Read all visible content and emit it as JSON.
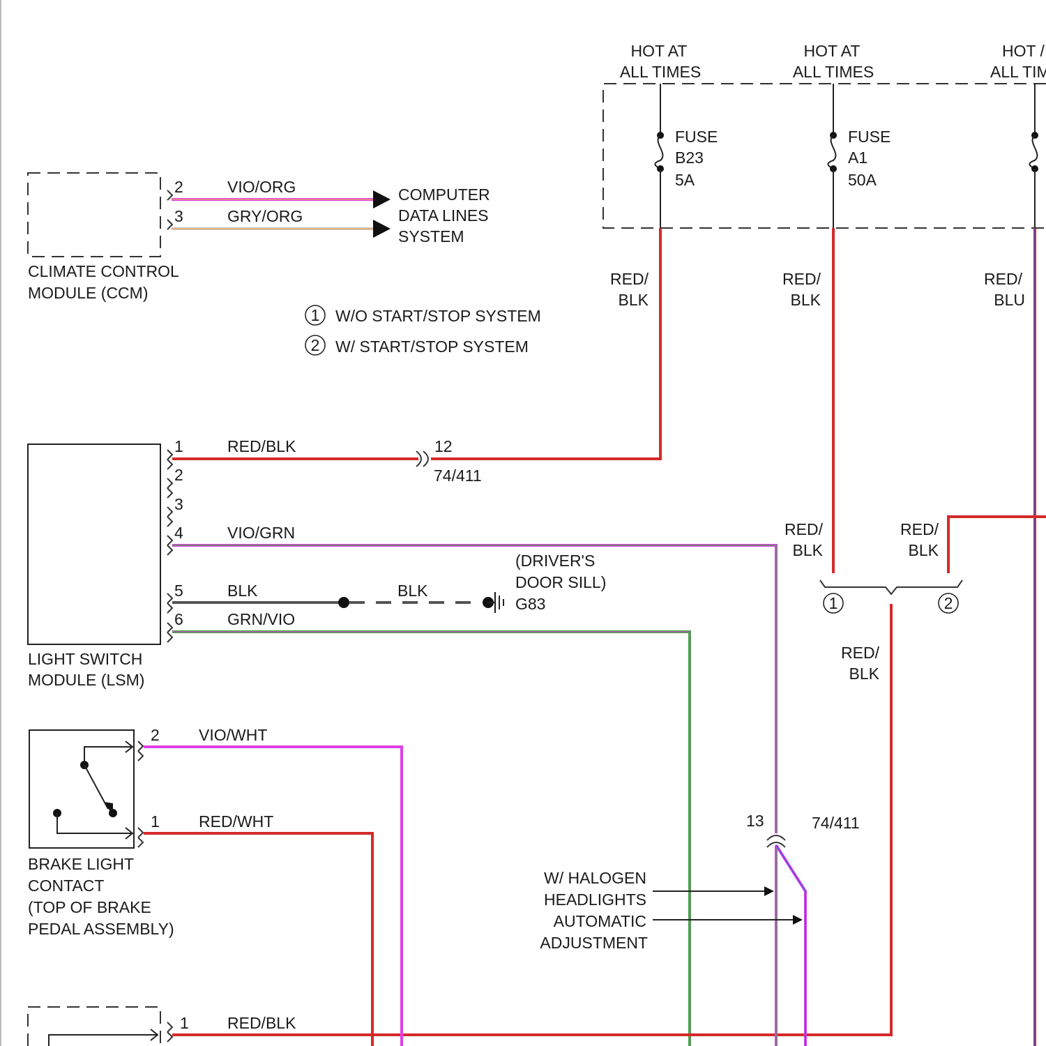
{
  "components": {
    "ccm": {
      "line1": "CLIMATE CONTROL",
      "line2": "MODULE (CCM)"
    },
    "lsm": {
      "line1": "LIGHT SWITCH",
      "line2": "MODULE (LSM)"
    },
    "brake": {
      "line1": "BRAKE LIGHT",
      "line2": "CONTACT",
      "line3": "(TOP OF BRAKE",
      "line4": "PEDAL ASSEMBLY)"
    },
    "data_lines": {
      "line1": "COMPUTER",
      "line2": "DATA LINES",
      "line3": "SYSTEM"
    },
    "ground": {
      "line1": "(DRIVER'S",
      "line2": "DOOR SILL)",
      "id": "G83"
    }
  },
  "fuses": [
    {
      "hot1": "HOT AT",
      "hot2": "ALL TIMES",
      "label": "FUSE",
      "id": "B23",
      "rating": "5A"
    },
    {
      "hot1": "HOT AT",
      "hot2": "ALL TIMES",
      "label": "FUSE",
      "id": "A1",
      "rating": "50A"
    },
    {
      "hot1": "HOT /",
      "hot2": "ALL TIM"
    }
  ],
  "legend": [
    {
      "num": "1",
      "text": "W/O START/STOP SYSTEM"
    },
    {
      "num": "2",
      "text": "W/ START/STOP SYSTEM"
    }
  ],
  "pins": {
    "ccm": [
      "2",
      "3"
    ],
    "lsm": [
      "1",
      "2",
      "3",
      "4",
      "5",
      "6"
    ],
    "brake": [
      "2",
      "1"
    ],
    "bottom": [
      "1"
    ]
  },
  "wires": {
    "ccm_2": "VIO/ORG",
    "ccm_3": "GRY/ORG",
    "lsm_1": "RED/BLK",
    "lsm_4": "VIO/GRN",
    "lsm_5": "BLK",
    "lsm_5_ground": "BLK",
    "lsm_6": "GRN/VIO",
    "brake_2": "VIO/WHT",
    "brake_1": "RED/WHT",
    "bottom_1": "RED/BLK",
    "fuse1_out": {
      "l1": "RED/",
      "l2": "BLK"
    },
    "fuse2_out": {
      "l1": "RED/",
      "l2": "BLK"
    },
    "fuse3_out": {
      "l1": "RED/",
      "l2": "BLU"
    },
    "split_left": {
      "l1": "RED/",
      "l2": "BLK"
    },
    "split_right": {
      "l1": "RED/",
      "l2": "BLK"
    },
    "split_out": {
      "l1": "RED/",
      "l2": "BLK"
    }
  },
  "connectors": {
    "c1_pin": "12",
    "c1_id": "74/411",
    "c2_pin": "13",
    "c2_id": "74/411"
  },
  "split_options": {
    "left": "1",
    "right": "2"
  },
  "annotation": {
    "line1": "W/ HALOGEN",
    "line2": "HEADLIGHTS",
    "line3": "AUTOMATIC",
    "line4": "ADJUSTMENT"
  },
  "colors": {
    "red": "#d42a2a",
    "violet": "#e040e8",
    "green": "#3aa83a",
    "black": "#555555",
    "grey": "#c9c9c9",
    "orange": "#f0a860",
    "blue": "#3c50d0"
  }
}
